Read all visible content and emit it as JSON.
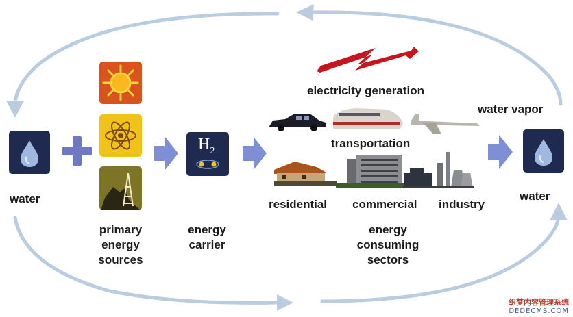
{
  "labels": {
    "water_left": "water",
    "water_right": "water",
    "water_vapor": "water vapor",
    "primary_sources": "primary energy sources",
    "energy_carrier": "energy carrier",
    "h2_symbol": "H",
    "h2_subscript": "2",
    "electricity_generation": "electricity generation",
    "transportation": "transportation",
    "residential": "residential",
    "commercial": "commercial",
    "industry": "industry",
    "consuming_sectors": "energy consuming sectors"
  },
  "watermark": {
    "line1": "织梦内容管理系统",
    "line2": "DEDECMS.COM"
  },
  "colors": {
    "cycle_arrow": "#b9cce0",
    "flow_arrow": "#7f8fd6",
    "plus": "#6f78c2",
    "navy_box": "#1e2a4f",
    "sun_box": "#d9531e",
    "atom_box": "#f1c21a",
    "oil_box": "#7d7426",
    "lightning": "#c8141c"
  },
  "icons": [
    "water-drop-icon",
    "plus-icon",
    "sun-icon",
    "atom-icon",
    "oil-derrick-icon",
    "hydrogen-icon",
    "lightning-icon",
    "car-icon",
    "train-icon",
    "airplane-icon",
    "house-icon",
    "office-building-icon",
    "factory-icon"
  ]
}
